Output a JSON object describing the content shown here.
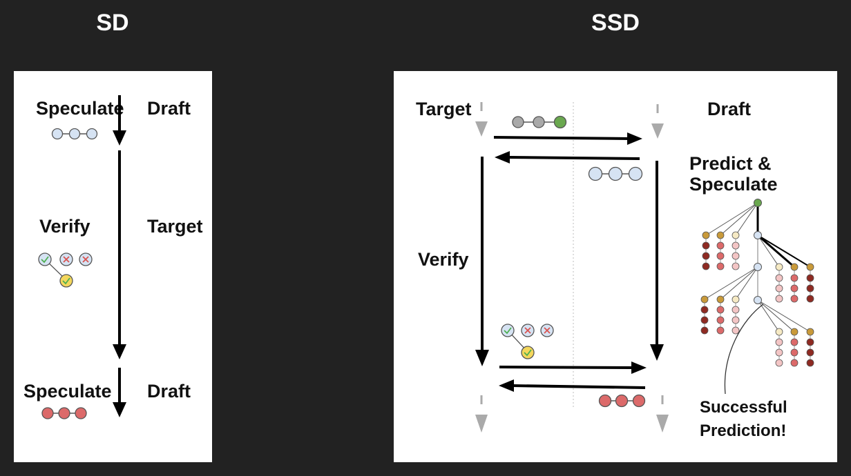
{
  "headings": {
    "left": "SD",
    "right": "SSD"
  },
  "sd": {
    "speculate_top": "Speculate",
    "draft_top": "Draft",
    "verify": "Verify",
    "target": "Target",
    "speculate_bottom": "Speculate",
    "draft_bottom": "Draft"
  },
  "ssd": {
    "target": "Target",
    "draft": "Draft",
    "predict_line1": "Predict &",
    "predict_line2": "Speculate",
    "verify": "Verify",
    "success_line1": "Successful",
    "success_line2": "Prediction!"
  },
  "colors": {
    "background": "#222222",
    "panel": "#ffffff",
    "token_blue": "#d6e3f3",
    "token_red": "#dc6a6a",
    "token_gray": "#a9a9a9",
    "token_green": "#6aa84f",
    "check_yellow": "#f4d75c",
    "tree_gold": "#c99a3a",
    "tree_pale": "#f6eac4",
    "tree_pink": "#f3c5c5",
    "tree_maroon": "#8e2a22",
    "arrow_gray": "#aaaaaa"
  }
}
